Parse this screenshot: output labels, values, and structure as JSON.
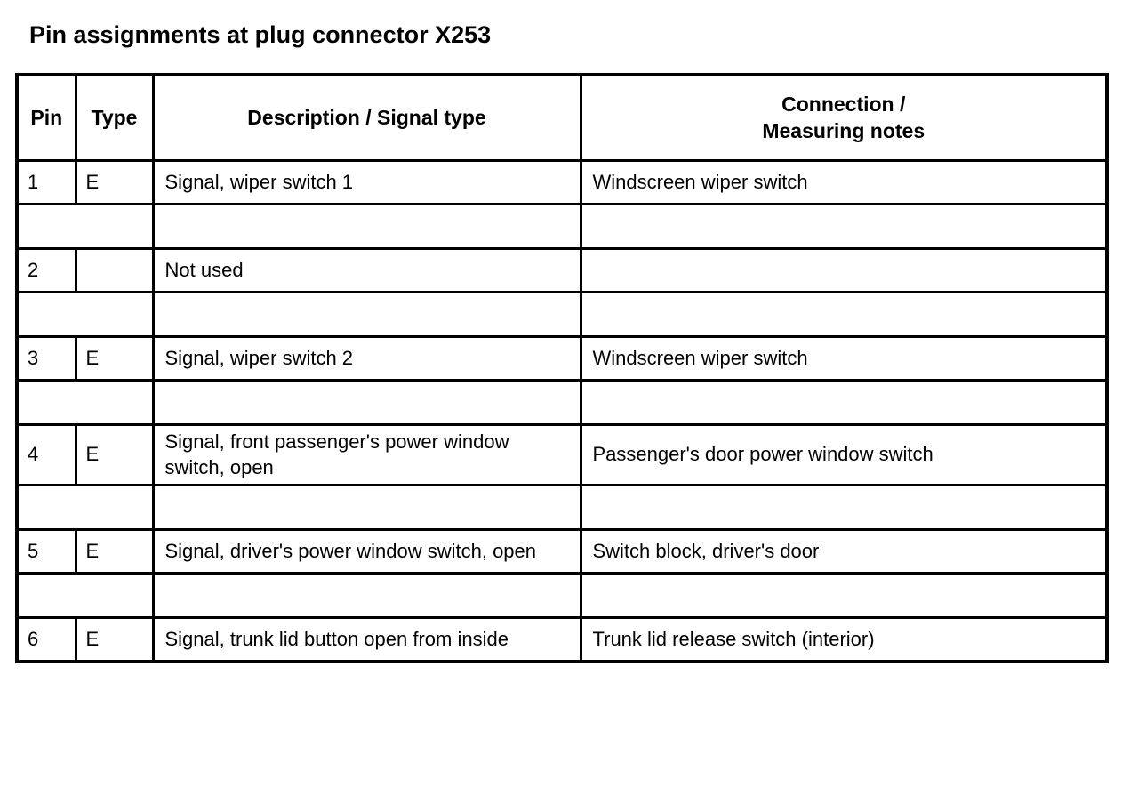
{
  "page_title": "Pin assignments at plug connector X253",
  "colors": {
    "background": "#ffffff",
    "text": "#000000",
    "border": "#000000"
  },
  "table": {
    "headers": {
      "pin": "Pin",
      "type": "Type",
      "description": "Description / Signal type",
      "connection": "Connection /\nMeasuring notes"
    },
    "rows": [
      {
        "pin": "1",
        "type": "E",
        "description": "Signal, wiper switch 1",
        "connection": "Windscreen wiper switch"
      },
      {
        "pin": "2",
        "type": "",
        "description": "Not used",
        "connection": ""
      },
      {
        "pin": "3",
        "type": "E",
        "description": "Signal, wiper switch 2",
        "connection": "Windscreen wiper switch"
      },
      {
        "pin": "4",
        "type": "E",
        "description": "Signal, front passenger's power window switch, open",
        "connection": "Passenger's door power window switch"
      },
      {
        "pin": "5",
        "type": "E",
        "description": "Signal, driver's power window switch, open",
        "connection": "Switch block, driver's door"
      },
      {
        "pin": "6",
        "type": "E",
        "description": "Signal, trunk lid button open from inside",
        "connection": "Trunk lid release switch (interior)"
      }
    ]
  }
}
